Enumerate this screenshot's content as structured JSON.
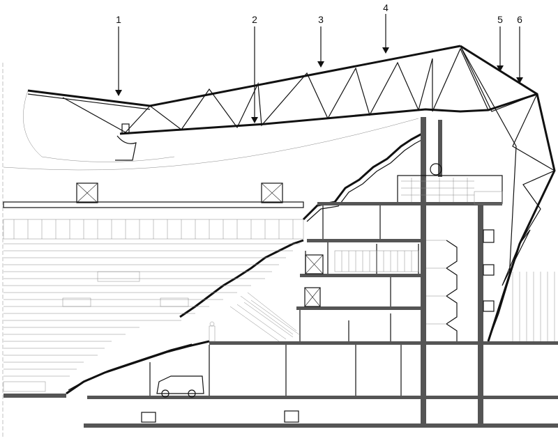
{
  "callouts": [
    {
      "id": "1",
      "label": "1"
    },
    {
      "id": "2",
      "label": "2"
    },
    {
      "id": "3",
      "label": "3"
    },
    {
      "id": "4",
      "label": "4"
    },
    {
      "id": "5",
      "label": "5"
    },
    {
      "id": "6",
      "label": "6"
    }
  ],
  "colors": {
    "line": "#111111",
    "background": "#ffffff",
    "fill": "#555555"
  }
}
